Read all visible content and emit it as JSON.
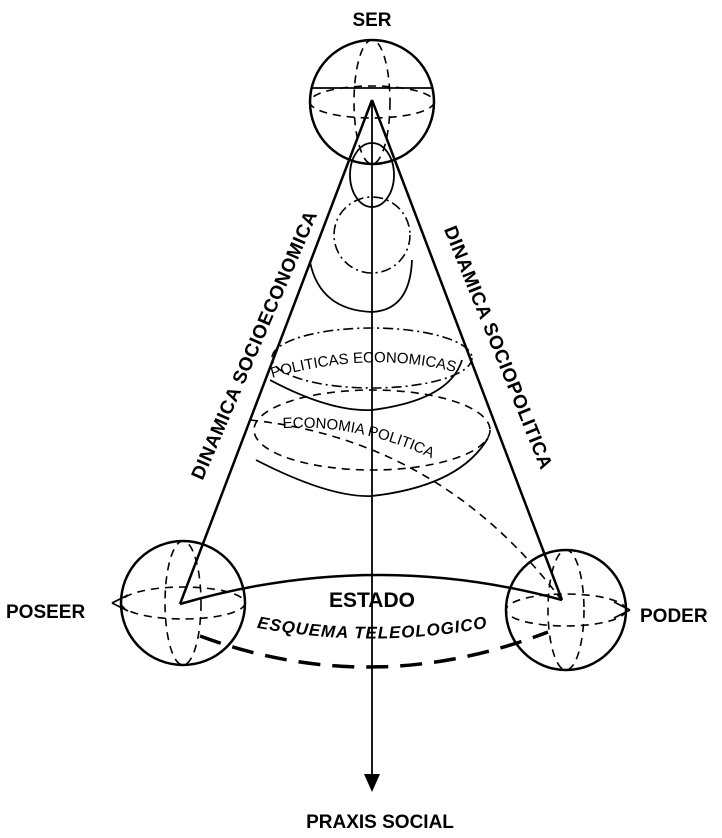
{
  "labels": {
    "top": "SER",
    "left": "POSEER",
    "right": "PODER",
    "bottom": "PRAXIS SOCIAL",
    "left_side": "DINAMICA SOCIOECONOMICA",
    "right_side": "DINAMICA SOCIOPOLITICA",
    "inner_upper": "POLITICAS ECONOMICAS",
    "inner_lower": "ECONOMIA POLITICA",
    "base": "ESTADO",
    "base_arc": "ESQUEMA TELEOLOGICO"
  }
}
